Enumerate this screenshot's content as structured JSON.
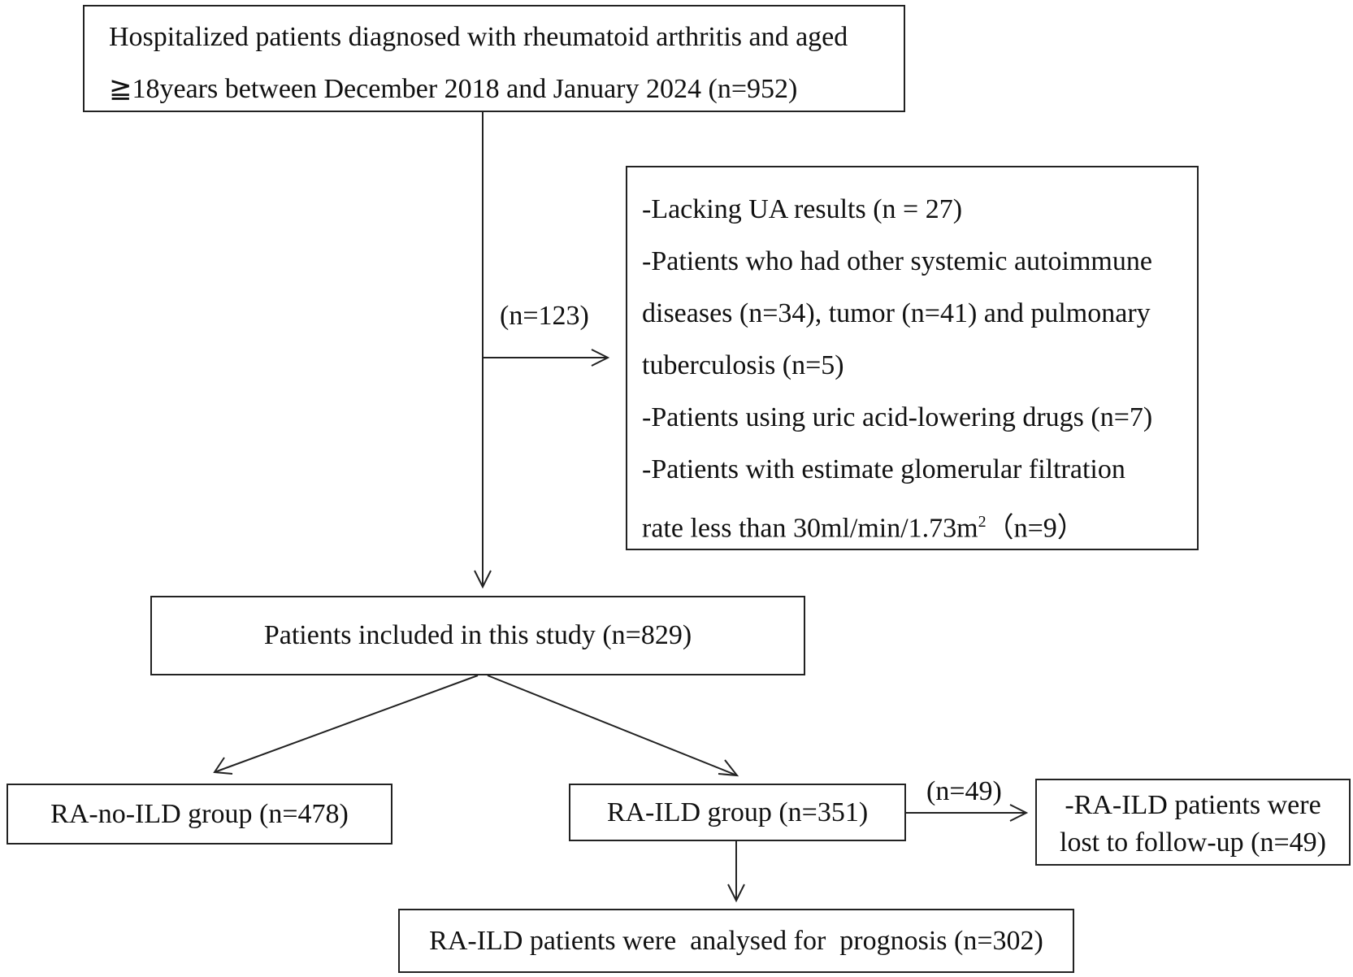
{
  "top": {
    "line1": "Hospitalized patients diagnosed with rheumatoid arthritis and aged",
    "line2": "≧18years between December 2018 and January 2024 (n=952)"
  },
  "exclusion": {
    "count_label": "(n=123)",
    "lines": [
      "-Lacking UA results (n = 27)",
      "-Patients who had other systemic autoimmune",
      "diseases (n=34), tumor (n=41) and pulmonary",
      "tuberculosis (n=5)",
      "-Patients using uric acid-lowering drugs (n=7)",
      "-Patients with estimate glomerular filtration"
    ],
    "last_line_prefix": "rate less than 30ml/min/1.73m",
    "last_line_sup": "2",
    "last_line_suffix": "（n=9）"
  },
  "included": "Patients included in this study (n=829)",
  "no_ild": "RA-no-ILD group (n=478)",
  "ild": "RA-ILD group (n=351)",
  "lost": {
    "count_label": "(n=49)",
    "line1": "-RA-ILD patients were",
    "line2": "lost to follow-up (n=49)"
  },
  "prognosis": "RA-ILD patients were  analysed for  prognosis (n=302)"
}
